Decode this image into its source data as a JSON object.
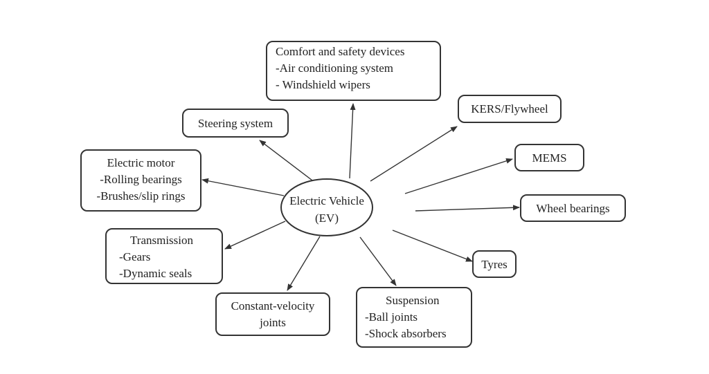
{
  "center": {
    "lines": [
      "Electric Vehicle",
      "(EV)"
    ]
  },
  "nodes": [
    {
      "id": "comfort",
      "lines": [
        "Comfort and safety devices",
        "-Air conditioning system",
        "- Windshield wipers"
      ]
    },
    {
      "id": "steering",
      "lines": [
        "Steering system"
      ]
    },
    {
      "id": "kers",
      "lines": [
        "KERS/Flywheel"
      ]
    },
    {
      "id": "mems",
      "lines": [
        "MEMS"
      ]
    },
    {
      "id": "motor",
      "lines": [
        "Electric motor",
        "-Rolling bearings",
        "-Brushes/slip rings"
      ]
    },
    {
      "id": "wheel",
      "lines": [
        "Wheel bearings"
      ]
    },
    {
      "id": "transmission",
      "lines": [
        "Transmission",
        "-Gears",
        "-Dynamic seals"
      ]
    },
    {
      "id": "tyres",
      "lines": [
        "Tyres"
      ]
    },
    {
      "id": "cv",
      "lines": [
        "Constant-velocity",
        "joints"
      ]
    },
    {
      "id": "suspension",
      "lines": [
        "Suspension",
        "-Ball joints",
        "-Shock absorbers"
      ]
    }
  ]
}
